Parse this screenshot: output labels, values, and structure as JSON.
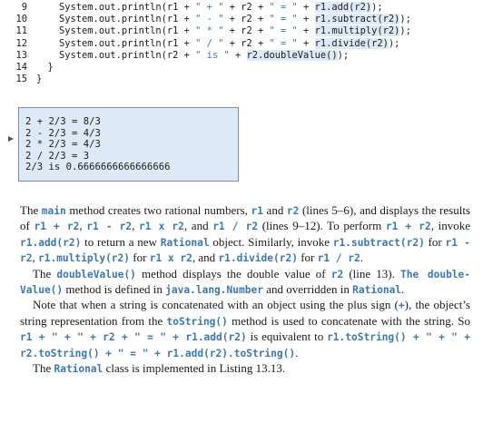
{
  "code": {
    "lines": [
      {
        "num": "9",
        "segments": [
          {
            "t": "    System.out.println(r1 + ",
            "c": "plain"
          },
          {
            "t": "\" + \"",
            "c": "str"
          },
          {
            "t": " + r2 + ",
            "c": "plain"
          },
          {
            "t": "\" = \"",
            "c": "str"
          },
          {
            "t": " + ",
            "c": "plain"
          },
          {
            "t": "r1.add(r2)",
            "c": "hl"
          },
          {
            "t": ");",
            "c": "plain"
          }
        ]
      },
      {
        "num": "10",
        "segments": [
          {
            "t": "    System.out.println(r1 + ",
            "c": "plain"
          },
          {
            "t": "\" - \"",
            "c": "str"
          },
          {
            "t": " + r2 + ",
            "c": "plain"
          },
          {
            "t": "\" = \"",
            "c": "str"
          },
          {
            "t": " + ",
            "c": "plain"
          },
          {
            "t": "r1.subtract(r2)",
            "c": "hl"
          },
          {
            "t": ");",
            "c": "plain"
          }
        ]
      },
      {
        "num": "11",
        "segments": [
          {
            "t": "    System.out.println(r1 + ",
            "c": "plain"
          },
          {
            "t": "\" * \"",
            "c": "str"
          },
          {
            "t": " + r2 + ",
            "c": "plain"
          },
          {
            "t": "\" = \"",
            "c": "str"
          },
          {
            "t": " + ",
            "c": "plain"
          },
          {
            "t": "r1.multiply(r2)",
            "c": "hl"
          },
          {
            "t": ");",
            "c": "plain"
          }
        ]
      },
      {
        "num": "12",
        "segments": [
          {
            "t": "    System.out.println(r1 + ",
            "c": "plain"
          },
          {
            "t": "\" / \"",
            "c": "str"
          },
          {
            "t": " + r2 + ",
            "c": "plain"
          },
          {
            "t": "\" = \"",
            "c": "str"
          },
          {
            "t": " + ",
            "c": "plain"
          },
          {
            "t": "r1.divide(r2)",
            "c": "hl"
          },
          {
            "t": ");",
            "c": "plain"
          }
        ]
      },
      {
        "num": "13",
        "segments": [
          {
            "t": "    System.out.println(r2 + ",
            "c": "plain"
          },
          {
            "t": "\" is \"",
            "c": "str"
          },
          {
            "t": " + ",
            "c": "plain"
          },
          {
            "t": "r2.doubleValue()",
            "c": "hl"
          },
          {
            "t": ");",
            "c": "plain"
          }
        ]
      },
      {
        "num": "14",
        "segments": [
          {
            "t": "  }",
            "c": "plain"
          }
        ]
      },
      {
        "num": "15",
        "segments": [
          {
            "t": "}",
            "c": "plain"
          }
        ]
      }
    ]
  },
  "console": {
    "lines": [
      "2 + 2/3 = 8/3",
      "2 - 2/3 = 4/3",
      "2 * 2/3 = 4/3",
      "2 / 2/3 = 3",
      "2/3 is 0.6666666666666666"
    ]
  },
  "prose": {
    "paragraphs": [
      {
        "indent": false,
        "segments": [
          {
            "t": "The ",
            "c": "text"
          },
          {
            "t": "main",
            "c": "k"
          },
          {
            "t": " method creates two rational numbers, ",
            "c": "text"
          },
          {
            "t": "r1",
            "c": "k"
          },
          {
            "t": " and ",
            "c": "text"
          },
          {
            "t": "r2",
            "c": "k"
          },
          {
            "t": " (lines 5–6), and displays the results of ",
            "c": "text"
          },
          {
            "t": "r1 + r2",
            "c": "k"
          },
          {
            "t": ", ",
            "c": "text"
          },
          {
            "t": "r1 - r2",
            "c": "k"
          },
          {
            "t": ", ",
            "c": "text"
          },
          {
            "t": "r1 x r2",
            "c": "k"
          },
          {
            "t": ", and ",
            "c": "text"
          },
          {
            "t": "r1 / r2",
            "c": "k"
          },
          {
            "t": " (lines 9–12). To perform ",
            "c": "text"
          },
          {
            "t": "r1 + r2",
            "c": "k"
          },
          {
            "t": ", invoke ",
            "c": "text"
          },
          {
            "t": "r1.add(r2)",
            "c": "k"
          },
          {
            "t": " to return a new ",
            "c": "text"
          },
          {
            "t": "Rational",
            "c": "k"
          },
          {
            "t": " object. Similarly, invoke ",
            "c": "text"
          },
          {
            "t": "r1.subtract(r2)",
            "c": "k"
          },
          {
            "t": " for ",
            "c": "text"
          },
          {
            "t": "r1 - r2",
            "c": "k"
          },
          {
            "t": ", ",
            "c": "text"
          },
          {
            "t": "r1.multiply(r2)",
            "c": "k"
          },
          {
            "t": " for ",
            "c": "text"
          },
          {
            "t": "r1 x r2",
            "c": "k"
          },
          {
            "t": ", and ",
            "c": "text"
          },
          {
            "t": "r1.divide(r2)",
            "c": "k"
          },
          {
            "t": " for ",
            "c": "text"
          },
          {
            "t": "r1 / r2",
            "c": "k"
          },
          {
            "t": ".",
            "c": "text"
          }
        ]
      },
      {
        "indent": true,
        "segments": [
          {
            "t": "The ",
            "c": "text"
          },
          {
            "t": "doubleValue()",
            "c": "k"
          },
          {
            "t": " method displays the double value of ",
            "c": "text"
          },
          {
            "t": "r2",
            "c": "k"
          },
          {
            "t": " (line 13). ",
            "c": "text"
          },
          {
            "t": "The double-Value()",
            "c": "k"
          },
          {
            "t": " method is defined in ",
            "c": "text"
          },
          {
            "t": "java.lang.Number",
            "c": "k"
          },
          {
            "t": " and overridden in ",
            "c": "text"
          },
          {
            "t": "Rational",
            "c": "k"
          },
          {
            "t": ".",
            "c": "text"
          }
        ]
      },
      {
        "indent": true,
        "segments": [
          {
            "t": "Note that when a string is concatenated with an object using the plus sign (",
            "c": "text"
          },
          {
            "t": "+",
            "c": "k"
          },
          {
            "t": "), the object’s string representation from the ",
            "c": "text"
          },
          {
            "t": "toString()",
            "c": "k"
          },
          {
            "t": " method is used to concatenate with the string. So ",
            "c": "text"
          },
          {
            "t": "r1 + \" + \" + r2 + \" = \" + r1.add(r2)",
            "c": "k"
          },
          {
            "t": " is equivalent to ",
            "c": "text"
          },
          {
            "t": "r1.toString() + \" + \" + r2.toString() + \" = \" + r1.add(r2).toString()",
            "c": "k"
          },
          {
            "t": ".",
            "c": "text"
          }
        ]
      },
      {
        "indent": true,
        "segments": [
          {
            "t": "The ",
            "c": "text"
          },
          {
            "t": "Rational",
            "c": "k"
          },
          {
            "t": " class is implemented in Listing 13.13.",
            "c": "text"
          }
        ]
      }
    ]
  },
  "colors": {
    "code_keyword": "#3a78b4",
    "highlight_bg": "#dde9f6",
    "console_bg": "#dde9f6",
    "console_border": "#7d8fa8"
  }
}
